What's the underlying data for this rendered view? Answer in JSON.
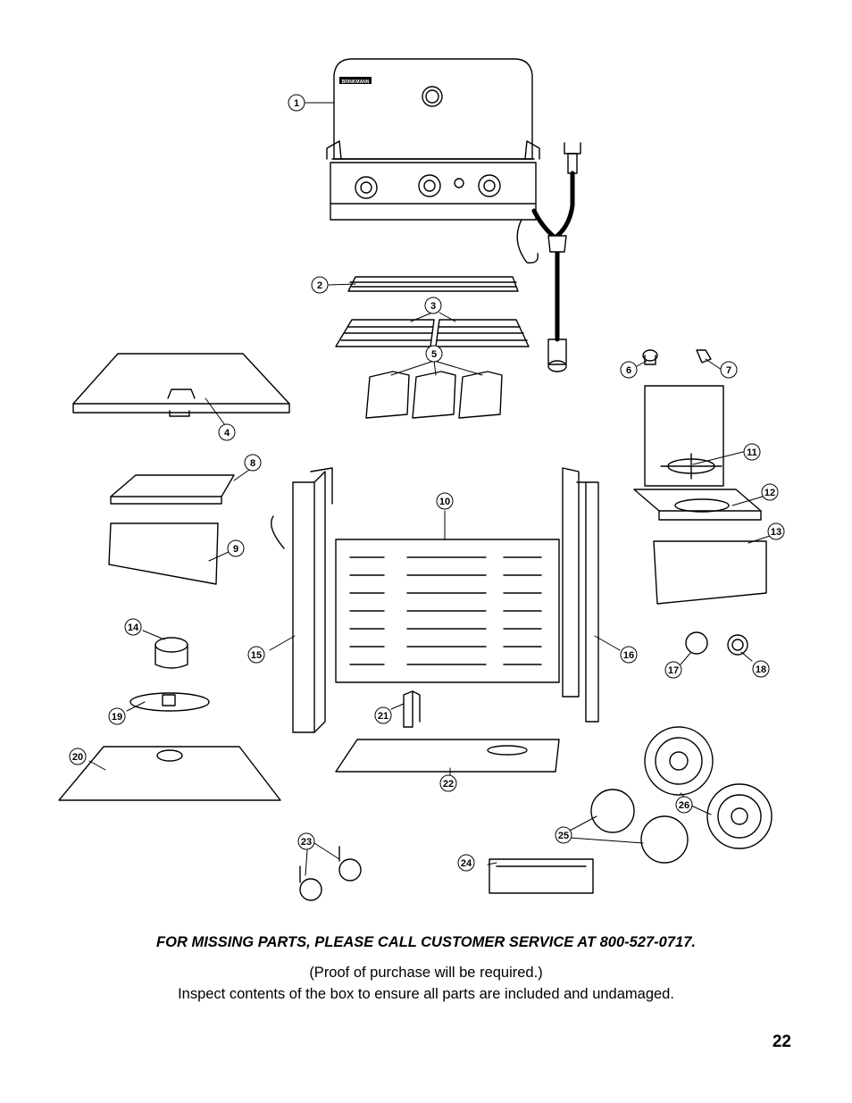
{
  "diagram": {
    "brand": "BRINKMANN",
    "callouts": [
      "1",
      "2",
      "3",
      "4",
      "5",
      "6",
      "7",
      "8",
      "9",
      "10",
      "11",
      "12",
      "13",
      "14",
      "15",
      "16",
      "17",
      "18",
      "19",
      "20",
      "21",
      "22",
      "23",
      "24",
      "25",
      "26"
    ]
  },
  "footer": {
    "missing_parts": "FOR MISSING PARTS, PLEASE CALL CUSTOMER SERVICE AT 800-527-0717.",
    "proof_line": "(Proof of purchase will be required.)",
    "inspect_line": "Inspect contents of the box to ensure all parts are included and undamaged.",
    "page_number": "22"
  }
}
